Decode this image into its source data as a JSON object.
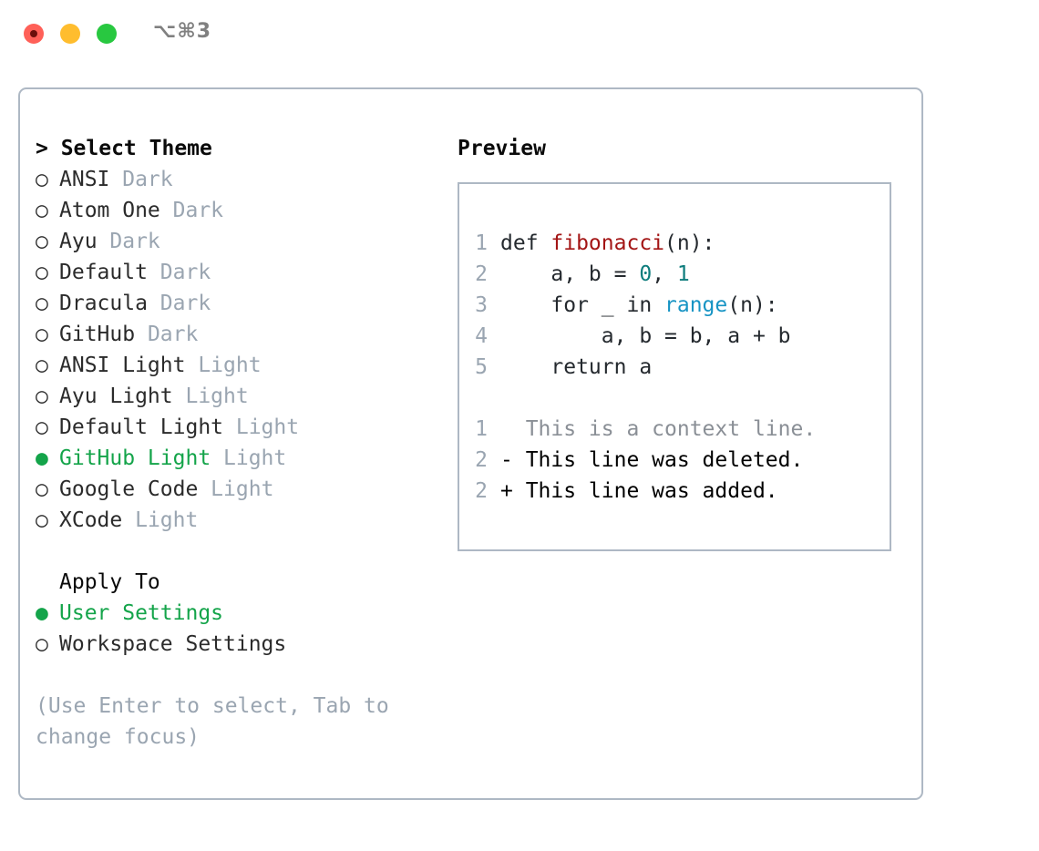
{
  "window": {
    "shortcut": "⌥⌘3",
    "controls": [
      {
        "name": "close",
        "color": "#ff6058"
      },
      {
        "name": "minimize",
        "color": "#ffbd2e"
      },
      {
        "name": "zoom",
        "color": "#28c840"
      }
    ]
  },
  "colors": {
    "accent_green": "#14a44a",
    "muted": "#9aa5b1",
    "text": "#2b2b2b",
    "border": "#aeb8c4",
    "diff_added": "#00bb22",
    "diff_deleted": "#cc0000",
    "syntax_function": "#a31515",
    "syntax_number": "#0d7c7c",
    "syntax_builtin": "#1794c4"
  },
  "theme_list": {
    "header": "> Select Theme",
    "bullet_selected": "●",
    "bullet_unselected": "○",
    "items": [
      {
        "name": "ANSI",
        "variant": "Dark",
        "selected": false
      },
      {
        "name": "Atom One",
        "variant": "Dark",
        "selected": false
      },
      {
        "name": "Ayu",
        "variant": "Dark",
        "selected": false
      },
      {
        "name": "Default",
        "variant": "Dark",
        "selected": false
      },
      {
        "name": "Dracula",
        "variant": "Dark",
        "selected": false
      },
      {
        "name": "GitHub",
        "variant": "Dark",
        "selected": false
      },
      {
        "name": "ANSI Light",
        "variant": "Light",
        "selected": false
      },
      {
        "name": "Ayu Light",
        "variant": "Light",
        "selected": false
      },
      {
        "name": "Default Light",
        "variant": "Light",
        "selected": false
      },
      {
        "name": "GitHub Light",
        "variant": "Light",
        "selected": true
      },
      {
        "name": "Google Code",
        "variant": "Light",
        "selected": false
      },
      {
        "name": "XCode",
        "variant": "Light",
        "selected": false
      }
    ]
  },
  "apply_to": {
    "header": "Apply To",
    "options": [
      {
        "label": "User Settings",
        "selected": true
      },
      {
        "label": "Workspace Settings",
        "selected": false
      }
    ]
  },
  "hint": "(Use Enter to select, Tab to change focus)",
  "preview": {
    "title": "Preview",
    "code_lines": [
      {
        "lineno": "1",
        "tokens": [
          {
            "text": "def ",
            "kind": "plain"
          },
          {
            "text": "fibonacci",
            "kind": "func"
          },
          {
            "text": "(n):",
            "kind": "plain"
          }
        ]
      },
      {
        "lineno": "2",
        "tokens": [
          {
            "text": "    a, b = ",
            "kind": "plain"
          },
          {
            "text": "0",
            "kind": "num"
          },
          {
            "text": ", ",
            "kind": "plain"
          },
          {
            "text": "1",
            "kind": "num"
          }
        ]
      },
      {
        "lineno": "3",
        "tokens": [
          {
            "text": "    for _ in ",
            "kind": "plain"
          },
          {
            "text": "range",
            "kind": "builtin"
          },
          {
            "text": "(n):",
            "kind": "plain"
          }
        ]
      },
      {
        "lineno": "4",
        "tokens": [
          {
            "text": "        a, b = b, a + b",
            "kind": "plain"
          }
        ]
      },
      {
        "lineno": "5",
        "tokens": [
          {
            "text": "    return a",
            "kind": "plain"
          }
        ]
      }
    ],
    "diff_lines": [
      {
        "lineno": "1",
        "marker": " ",
        "text": " This is a context line.",
        "kind": "context"
      },
      {
        "lineno": "2",
        "marker": "-",
        "text": " This line was deleted.",
        "kind": "deleted"
      },
      {
        "lineno": "2",
        "marker": "+",
        "text": " This line was added.",
        "kind": "added"
      }
    ]
  }
}
